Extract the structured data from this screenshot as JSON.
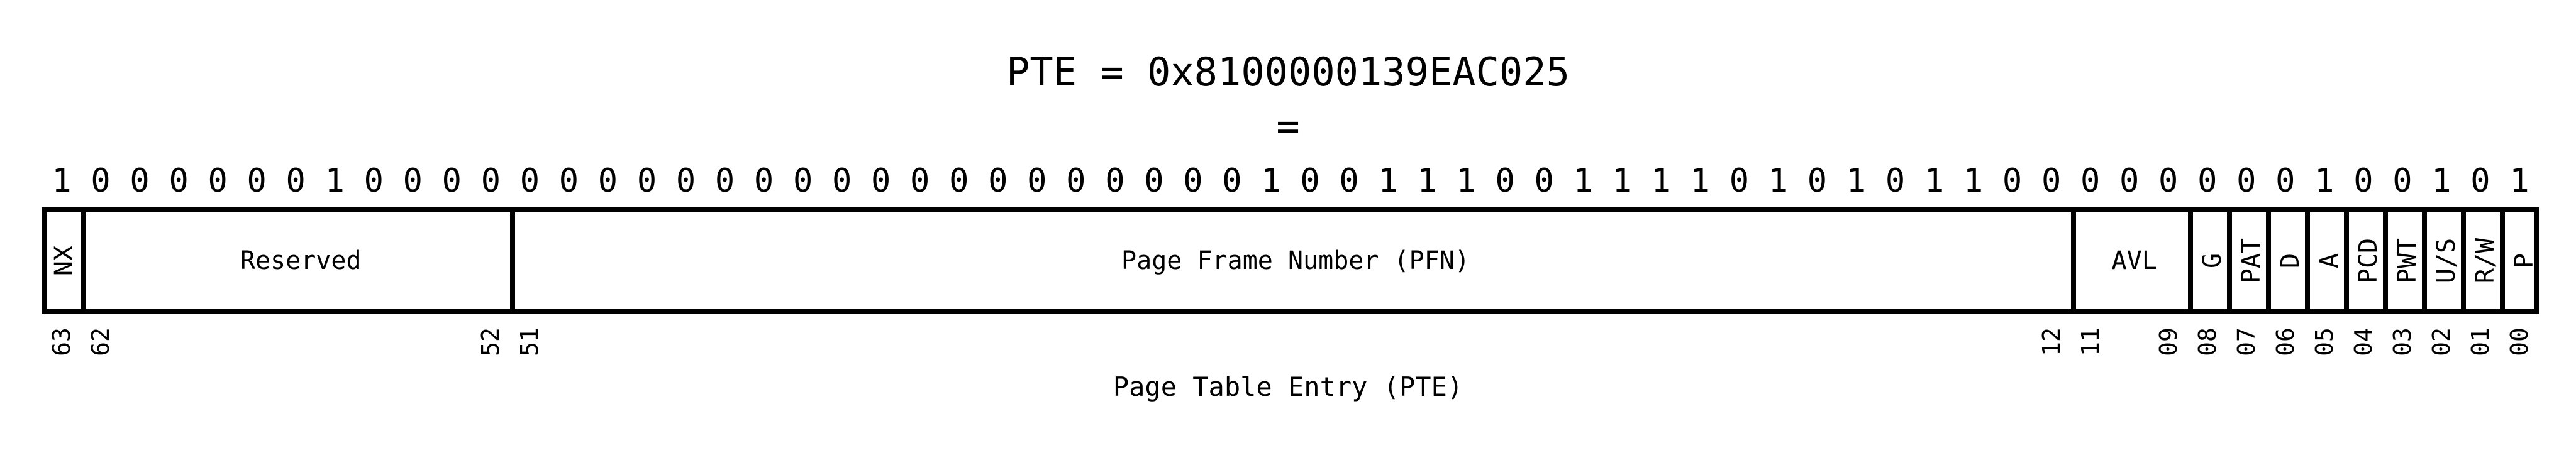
{
  "title": "PTE = 0x8100000139EAC025",
  "equals": "=",
  "bits": "1000000100000000000000000000000100111001111010101100000000100101",
  "fields": [
    {
      "label": "NX",
      "hi": 63,
      "lo": 63,
      "vertical": true
    },
    {
      "label": "Reserved",
      "hi": 62,
      "lo": 52,
      "vertical": false
    },
    {
      "label": "Page Frame Number (PFN)",
      "hi": 51,
      "lo": 12,
      "vertical": false
    },
    {
      "label": "AVL",
      "hi": 11,
      "lo": 9,
      "vertical": false
    },
    {
      "label": "G",
      "hi": 8,
      "lo": 8,
      "vertical": true
    },
    {
      "label": "PAT",
      "hi": 7,
      "lo": 7,
      "vertical": true
    },
    {
      "label": "D",
      "hi": 6,
      "lo": 6,
      "vertical": true
    },
    {
      "label": "A",
      "hi": 5,
      "lo": 5,
      "vertical": true
    },
    {
      "label": "PCD",
      "hi": 4,
      "lo": 4,
      "vertical": true
    },
    {
      "label": "PWT",
      "hi": 3,
      "lo": 3,
      "vertical": true
    },
    {
      "label": "U/S",
      "hi": 2,
      "lo": 2,
      "vertical": true
    },
    {
      "label": "R/W",
      "hi": 1,
      "lo": 1,
      "vertical": true
    },
    {
      "label": "P",
      "hi": 0,
      "lo": 0,
      "vertical": true
    }
  ],
  "bit_indices": [
    "63",
    "62",
    "52",
    "51",
    "12",
    "11",
    "09",
    "08",
    "07",
    "06",
    "05",
    "04",
    "03",
    "02",
    "01",
    "00"
  ],
  "caption": "Page Table Entry (PTE)"
}
